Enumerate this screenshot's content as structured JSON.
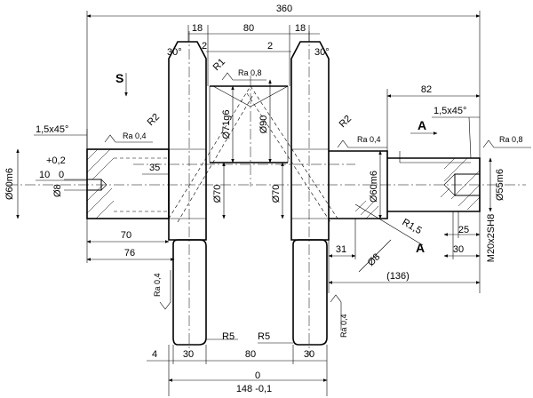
{
  "dims": {
    "overall": "360",
    "w18a": "18",
    "w80top": "80",
    "w18b": "18",
    "g2a": "2",
    "g2b": "2",
    "ang30a": "30°",
    "ang30b": "30°",
    "r1": "R1",
    "ra08top": "Ra 0,8",
    "d82": "82",
    "ch15right": "1,5x45°",
    "ch15left": "1,5x45°",
    "r2left": "R2",
    "r2right": "R2",
    "ra04left": "Ra 0,4",
    "ra04right": "Ra 0,4",
    "ra08right": "Ra 0,8",
    "tol": "+0,2",
    "tol10": "10",
    "tol0": "0",
    "d60m6": "Ø60m6",
    "d71g6": "Ø71g6",
    "d90": "Ø90",
    "d60m6b": "Ø60m6",
    "d55m6": "Ø55m6",
    "d35": "35",
    "d8left": "Ø8",
    "d70a": "Ø70",
    "d70b": "Ø70",
    "r15": "R1,5",
    "d8right": "Ø8",
    "d70len": "70",
    "d76": "76",
    "d31": "31",
    "d25": "25",
    "d30right": "30",
    "m20": "M20x2SH8",
    "d136": "(136)",
    "ra04lower": "Ra 0,4",
    "ra04lower2": "Ra 0,4",
    "r5a": "R5",
    "r5b": "R5",
    "d4": "4",
    "d30a": "30",
    "d80bot": "80",
    "d30b": "30",
    "d0": "0",
    "d148": "148 -0,1"
  },
  "views": {
    "section_a_top": "A",
    "section_a_bottom": "A",
    "view_s": "S"
  }
}
